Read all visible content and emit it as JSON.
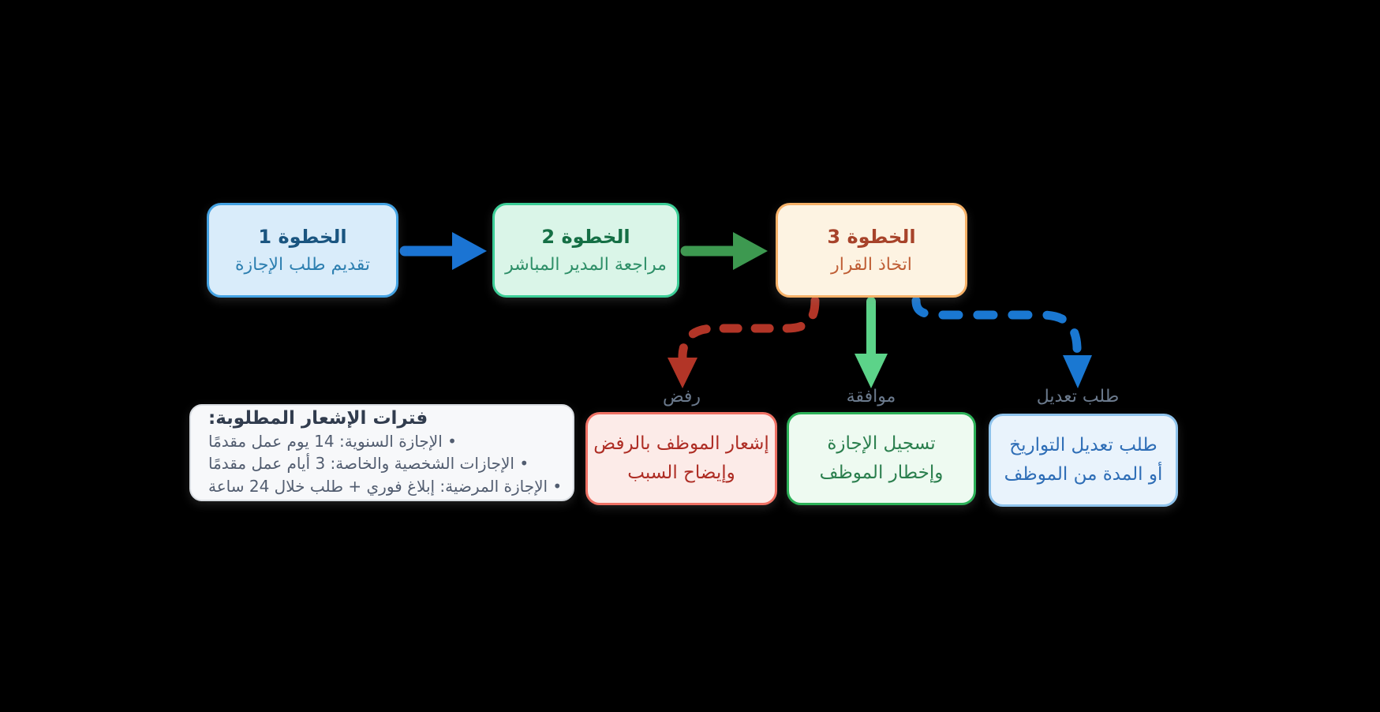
{
  "flow": {
    "steps": [
      {
        "title": "الخطوة 1",
        "subtitle": "تقديم طلب الإجازة"
      },
      {
        "title": "الخطوة 2",
        "subtitle": "مراجعة المدير المباشر"
      },
      {
        "title": "الخطوة 3",
        "subtitle": "اتخاذ القرار"
      }
    ],
    "branches": [
      {
        "label": "رفض",
        "lines": [
          "إشعار الموظف بالرفض",
          "وإيضاح السبب"
        ]
      },
      {
        "label": "موافقة",
        "lines": [
          "تسجيل الإجازة",
          "وإخطار الموظف"
        ]
      },
      {
        "label": "طلب تعديل",
        "lines": [
          "طلب تعديل التواريخ",
          "أو المدة من الموظف"
        ]
      }
    ],
    "note": {
      "title": "فترات الإشعار المطلوبة:",
      "items": [
        "• الإجازة السنوية: 14 يوم عمل مقدمًا",
        "• الإجازات الشخصية والخاصة: 3 أيام عمل مقدمًا",
        "• الإجازة المرضية: إبلاغ فوري + طلب خلال 24 ساعة"
      ]
    }
  },
  "colors": {
    "background": "#000000",
    "step1_fill": "#d9ecfa",
    "step1_border": "#44a2e2",
    "step1_title": "#1a5580",
    "step2_fill": "#daf5e8",
    "step2_border": "#3bcd96",
    "step2_title": "#156f45",
    "step3_fill": "#fdf3e2",
    "step3_border": "#f6b168",
    "step3_title": "#a7432a",
    "reject_fill": "#fcebe8",
    "reject_border": "#ee7164",
    "reject_text": "#ae2d24",
    "approve_fill": "#eefaf1",
    "approve_border": "#2cb158",
    "approve_text": "#2b7f4e",
    "modify_fill": "#e9f3fc",
    "modify_border": "#8fc3ec",
    "modify_text": "#2d6db6",
    "note_fill": "#f7f8fa",
    "note_border": "#d9dde2",
    "label_gray": "#6b7a8d",
    "arrow_step_blue": "#1b74d3",
    "arrow_step_green": "#3d9950",
    "arrow_reject": "#b23527",
    "arrow_approve": "#5cd389",
    "arrow_modify": "#1a78d2"
  }
}
